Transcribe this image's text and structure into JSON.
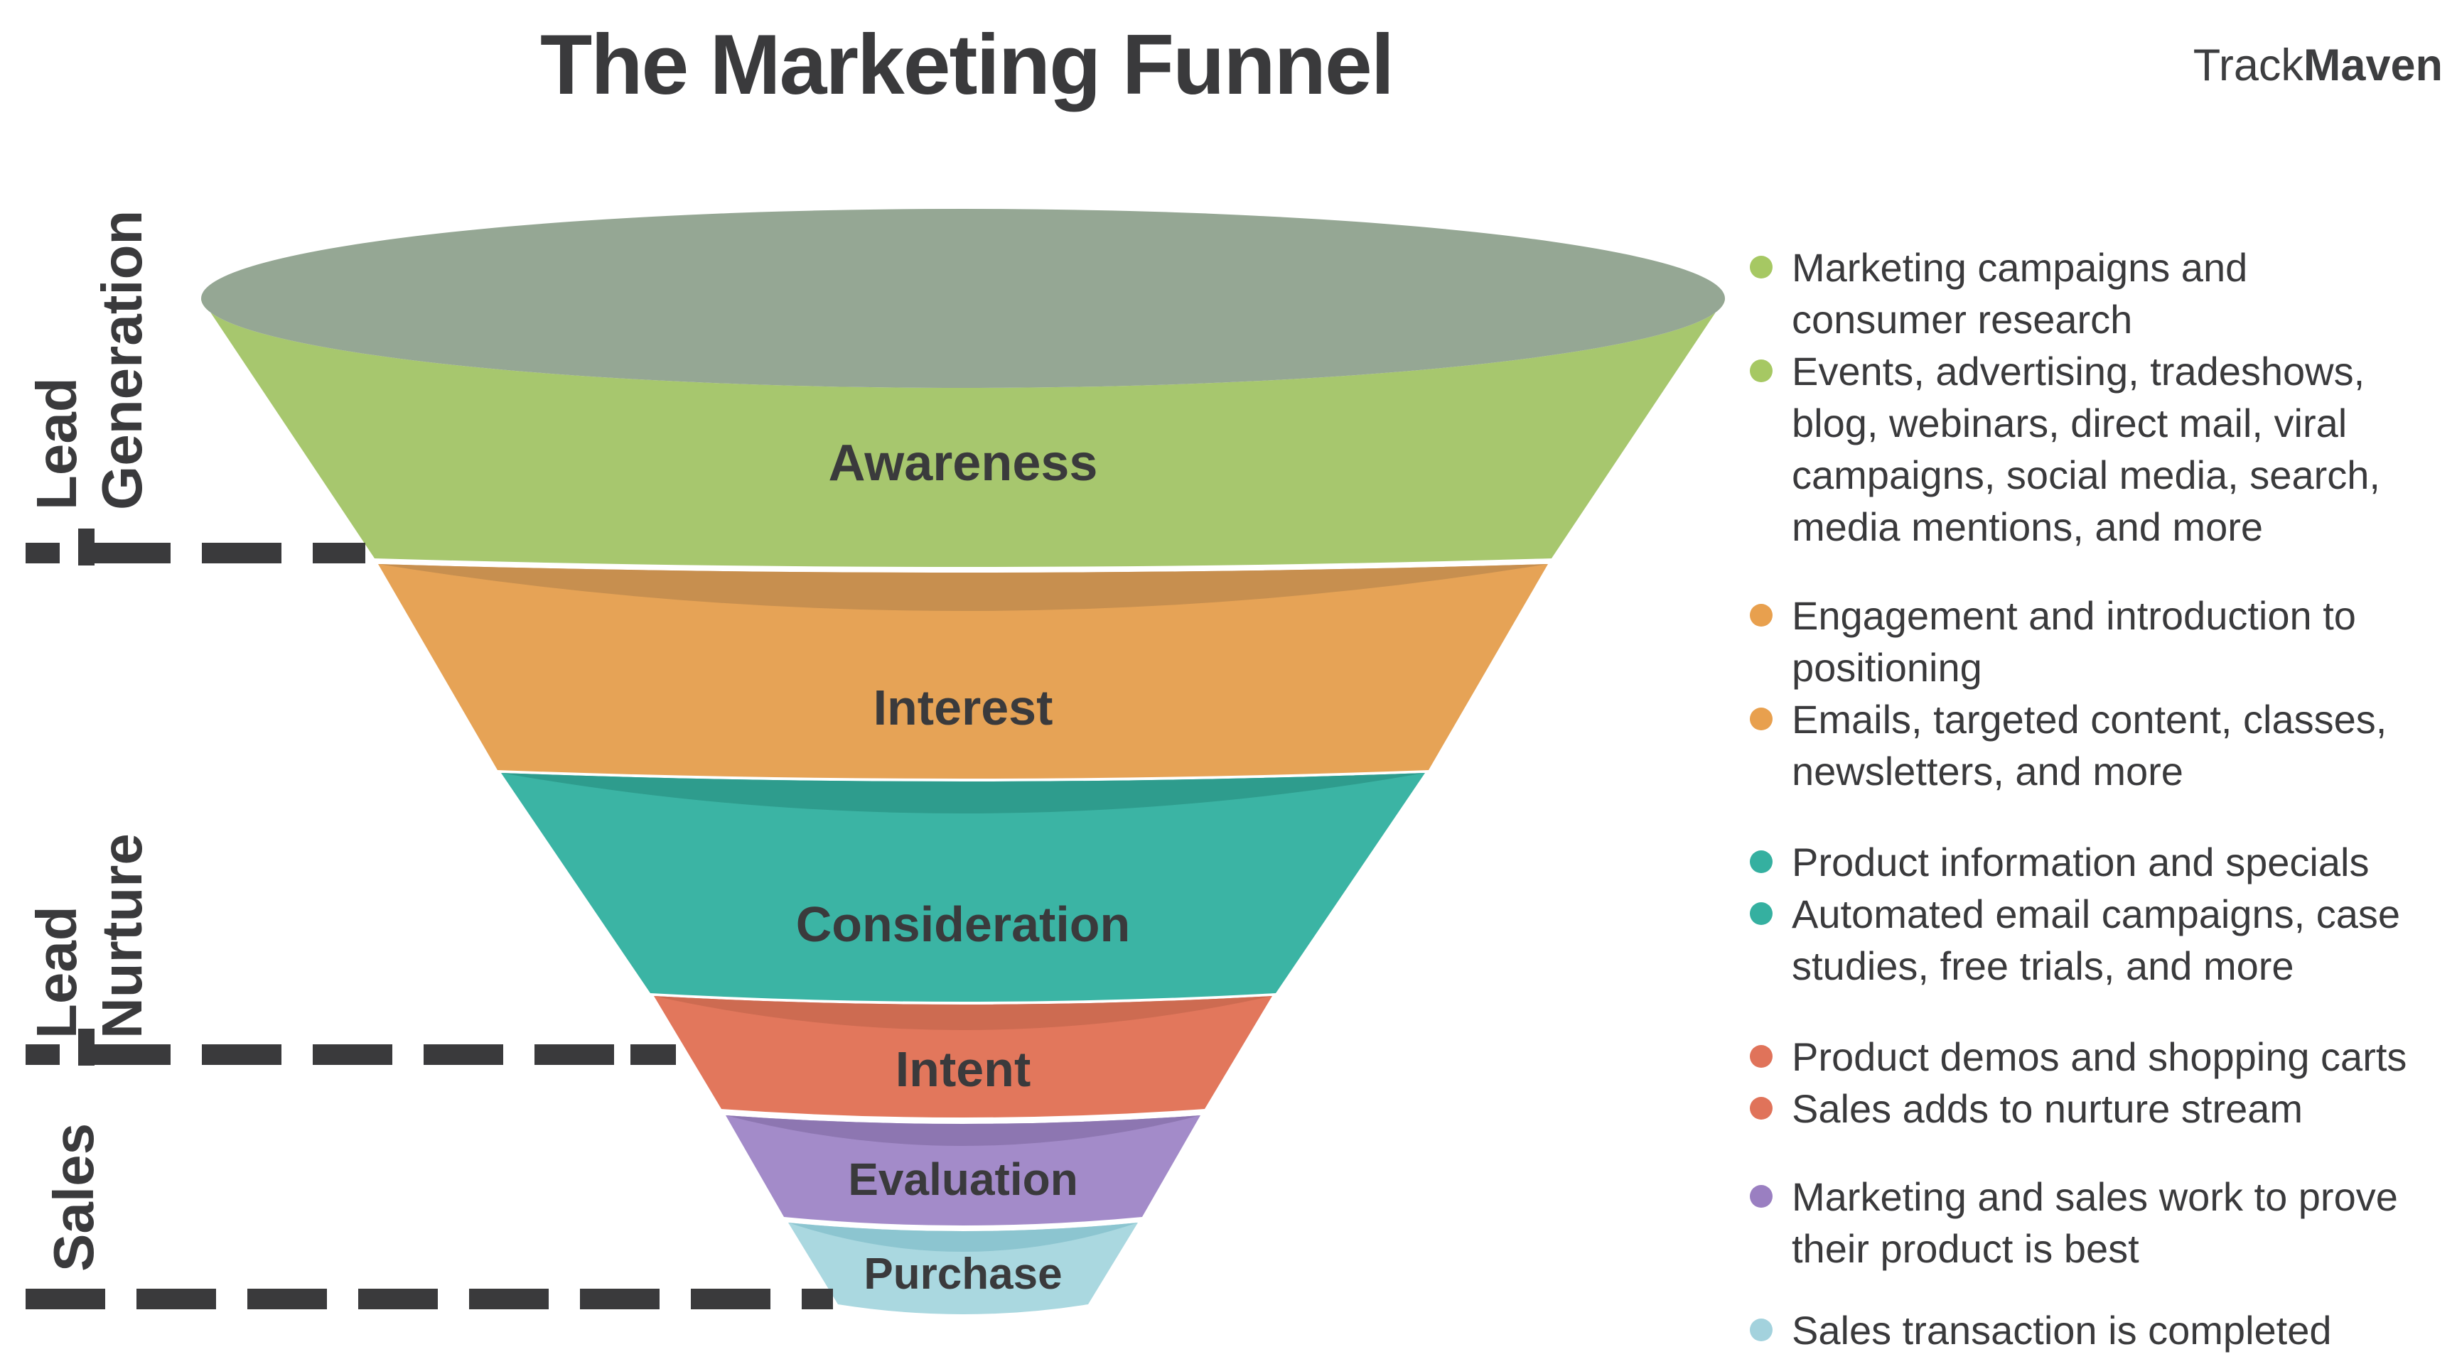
{
  "title": "The Marketing Funnel",
  "logo": {
    "regular": "Track",
    "bold": "Maven"
  },
  "colors": {
    "ink": "#3a3a3c",
    "dash": "#3a3a3c",
    "background": "#ffffff"
  },
  "funnel": {
    "top_opening_color": "#95a794",
    "segments": [
      {
        "label": "Awareness",
        "body_color": "#a7c76e",
        "lip_color": "#95a794"
      },
      {
        "label": "Interest",
        "body_color": "#e6a356",
        "lip_color": "#c78f4f"
      },
      {
        "label": "Consideration",
        "body_color": "#3bb4a4",
        "lip_color": "#2e9c8d"
      },
      {
        "label": "Intent",
        "body_color": "#e2775c",
        "lip_color": "#cd6b51"
      },
      {
        "label": "Evaluation",
        "body_color": "#a38bc9",
        "lip_color": "#8d76b1"
      },
      {
        "label": "Purchase",
        "body_color": "#aad8e0",
        "lip_color": "#8cc5d0"
      }
    ]
  },
  "side_labels": [
    {
      "text": "Lead\nGeneration"
    },
    {
      "text": "Lead\nNurture"
    },
    {
      "text": "Sales"
    }
  ],
  "right_panel": {
    "groups": [
      {
        "bullet_color": "#a6c863",
        "items": [
          "Marketing campaigns and consumer research",
          "Events, advertising, tradeshows, blog, webinars, direct mail, viral campaigns, social media, search, media mentions, and more"
        ]
      },
      {
        "bullet_color": "#e8a04e",
        "items": [
          "Engagement and introduction to positioning",
          "Emails, targeted content, classes, newsletters, and more"
        ]
      },
      {
        "bullet_color": "#35b0a0",
        "items": [
          "Product information and specials",
          "Automated email campaigns, case studies, free trials, and more"
        ]
      },
      {
        "bullet_color": "#e0735a",
        "items": [
          "Product demos and shopping carts",
          "Sales adds to nurture stream"
        ]
      },
      {
        "bullet_color": "#9a7fc1",
        "items": [
          "Marketing and sales work to prove their product is best"
        ]
      },
      {
        "bullet_color": "#a3d2dd",
        "items": [
          "Sales transaction is completed"
        ]
      }
    ]
  }
}
